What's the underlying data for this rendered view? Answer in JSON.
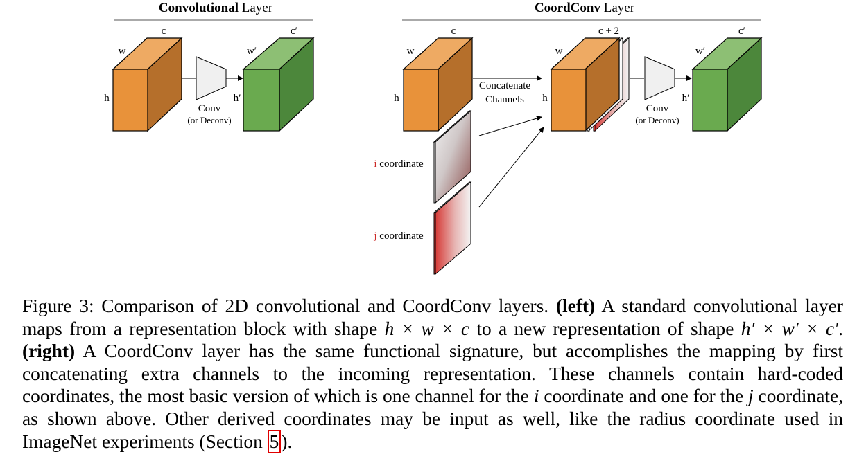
{
  "left_panel": {
    "title_bold": "Convolutional",
    "title_rest": " Layer",
    "input_labels": {
      "c": "c",
      "w": "w",
      "h": "h"
    },
    "output_labels": {
      "c": "c′",
      "w": "w′",
      "h": "h′"
    },
    "op_label": "Conv",
    "op_sublabel": "(or Deconv)"
  },
  "right_panel": {
    "title_bold": "CoordConv",
    "title_rest": " Layer",
    "input_labels": {
      "c": "c",
      "w": "w",
      "h": "h"
    },
    "concat_label_1": "Concatenate",
    "concat_label_2": "Channels",
    "merged_labels": {
      "c": "c + 2",
      "w": "w",
      "h": "h"
    },
    "output_labels": {
      "c": "c′",
      "w": "w′",
      "h": "h′"
    },
    "op_label": "Conv",
    "op_sublabel": "(or Deconv)",
    "i_letter": "i",
    "i_rest": " coordinate",
    "j_letter": "j",
    "j_rest": " coordinate"
  },
  "colors": {
    "orange_front": "#e8923a",
    "orange_top": "#eeaa63",
    "orange_side": "#b56f2b",
    "green_front": "#6aaa4f",
    "green_top": "#8dbf74",
    "green_side": "#4c873b",
    "coord_red": "#cc2a28",
    "caption_ref_box": "#e00000"
  },
  "caption": {
    "figure_label": "Figure 3:",
    "text1": " Comparison of 2D convolutional and CoordConv layers. ",
    "left_tag": "(left)",
    "text2": " A standard convolutional layer maps from a representation block with shape ",
    "shape_in": "h × w × c",
    "text3": " to a new representation of shape ",
    "shape_out": "h′ × w′ × c′",
    "text4": ". ",
    "right_tag": "(right)",
    "text5": " A CoordConv layer has the same functional signature, but accomplishes the mapping by first concatenating extra channels to the incoming representation. These channels contain hard-coded coordinates, the most basic version of which is one channel for the ",
    "var_i": "i",
    "text6": " coordinate and one for the ",
    "var_j": "j",
    "text7": " coordinate, as shown above. Other derived coordinates may be input as well, like the radius coordinate used in ImageNet experiments (Section ",
    "section_ref": "5",
    "text8": ")."
  }
}
